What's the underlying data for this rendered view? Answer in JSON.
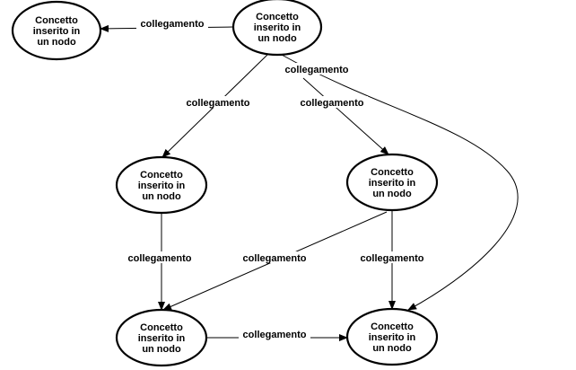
{
  "nodes": [
    {
      "id": "n1",
      "lines": [
        "Concetto",
        "inserito in",
        "un nodo"
      ]
    },
    {
      "id": "n2",
      "lines": [
        "Concetto",
        "inserito in",
        "un nodo"
      ]
    },
    {
      "id": "n3",
      "lines": [
        "Concetto",
        "inserito in",
        "un nodo"
      ]
    },
    {
      "id": "n4",
      "lines": [
        "Concetto",
        "inserito in",
        "un nodo"
      ]
    },
    {
      "id": "n5",
      "lines": [
        "Concetto",
        "inserito in",
        "un nodo"
      ]
    },
    {
      "id": "n6",
      "lines": [
        "Concetto",
        "inserito in",
        "un nodo"
      ]
    }
  ],
  "edges": [
    {
      "id": "e1",
      "from": "n2",
      "to": "n1",
      "label": "collegamento"
    },
    {
      "id": "e2",
      "from": "n2",
      "to": "n3",
      "label": "collegamento"
    },
    {
      "id": "e3",
      "from": "n2",
      "to": "n4",
      "label": "collegamento"
    },
    {
      "id": "e4",
      "from": "n2",
      "to": "n6",
      "label": "collegamento"
    },
    {
      "id": "e5",
      "from": "n3",
      "to": "n5",
      "label": "collegamento"
    },
    {
      "id": "e6",
      "from": "n4",
      "to": "n5",
      "label": "collegamento"
    },
    {
      "id": "e7",
      "from": "n4",
      "to": "n6",
      "label": "collegamento"
    },
    {
      "id": "e8",
      "from": "n5",
      "to": "n6",
      "label": "collegamento"
    }
  ]
}
